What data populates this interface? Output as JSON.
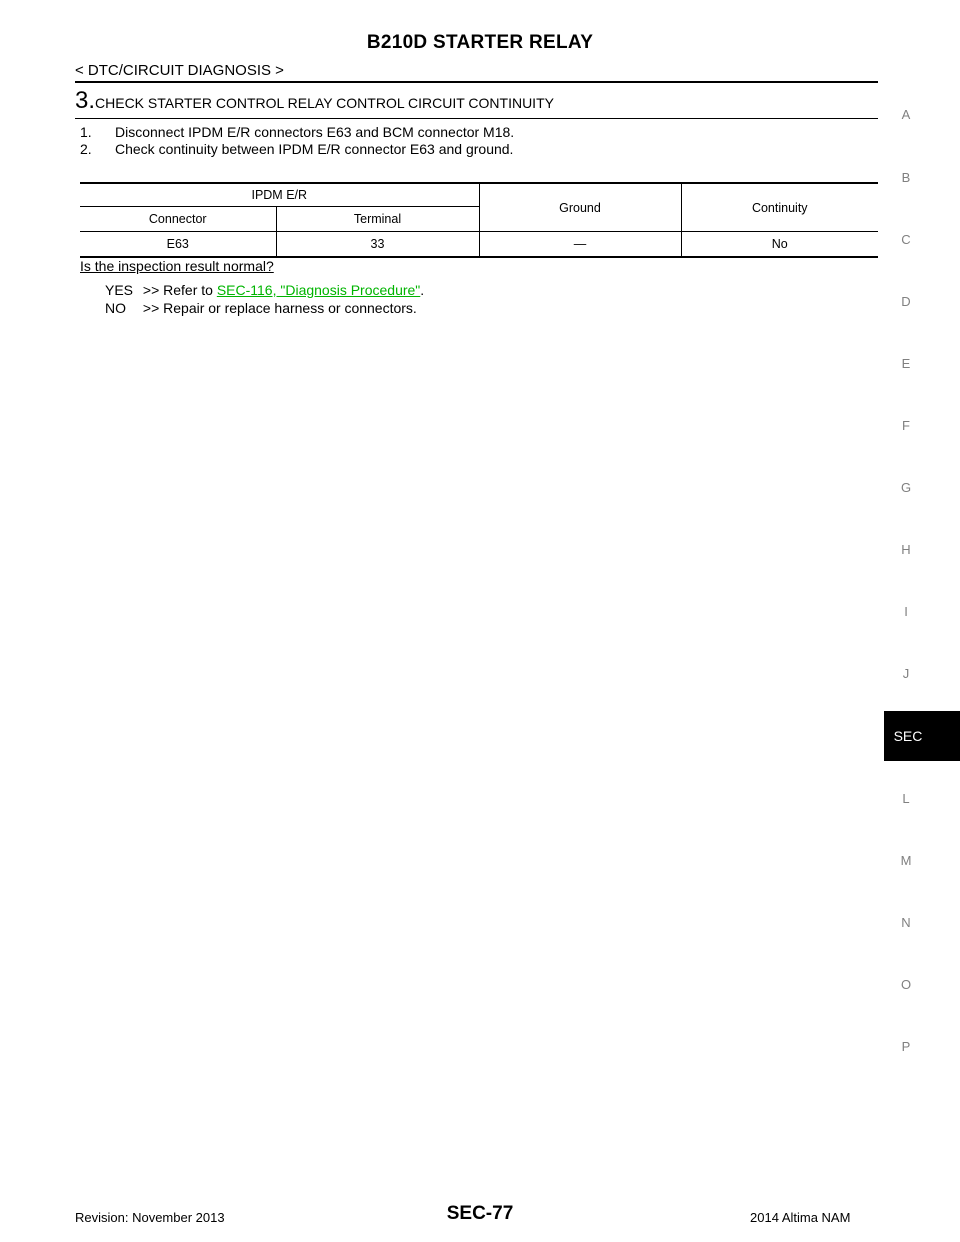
{
  "header": {
    "title": "B210D STARTER RELAY",
    "subtitle": "< DTC/CIRCUIT DIAGNOSIS >"
  },
  "step": {
    "number": "3.",
    "title": "CHECK STARTER CONTROL RELAY CONTROL CIRCUIT CONTINUITY"
  },
  "instructions": [
    {
      "n": "1.",
      "text": "Disconnect IPDM E/R connectors E63 and BCM connector M18."
    },
    {
      "n": "2.",
      "text": "Check continuity between IPDM E/R connector E63 and ground."
    }
  ],
  "table": {
    "group_header": "IPDM E/R",
    "col_connector": "Connector",
    "col_terminal": "Terminal",
    "col_ground": "Ground",
    "col_continuity": "Continuity",
    "row": {
      "connector": "E63",
      "terminal": "33",
      "ground": "—",
      "continuity": "No"
    }
  },
  "question": "Is the inspection result normal?",
  "answers": {
    "yes_key": "YES",
    "yes_prefix": ">> Refer to ",
    "yes_link": "SEC-116, \"Diagnosis Procedure\"",
    "yes_suffix": ".",
    "no_key": "NO",
    "no_text": ">> Repair or replace harness or connectors."
  },
  "sidebar": {
    "letters": [
      "A",
      "B",
      "C",
      "D",
      "E",
      "F",
      "G",
      "H",
      "I",
      "J",
      "L",
      "M",
      "N",
      "O",
      "P"
    ],
    "active": "SEC"
  },
  "footer": {
    "revision": "Revision: November 2013",
    "page": "SEC-77",
    "model": "2014 Altima NAM"
  },
  "colors": {
    "link": "#00b400",
    "sidebar_letter": "#808080",
    "active_tab_bg": "#000000"
  }
}
